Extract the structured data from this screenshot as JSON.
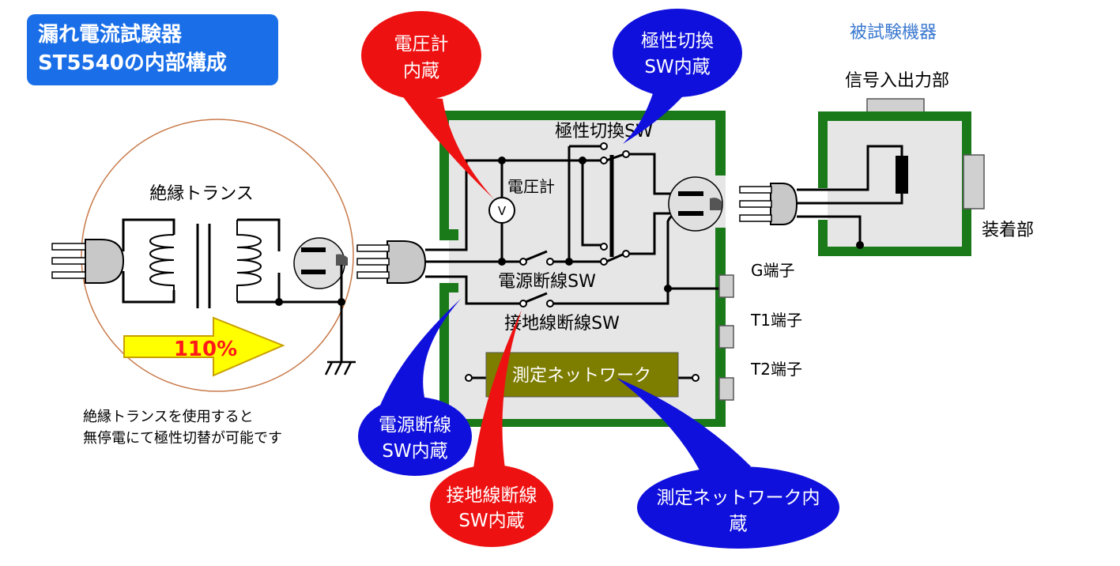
{
  "title": {
    "line1": "漏れ電流試験器",
    "line2": "ST5540の内部構成"
  },
  "labels": {
    "transformer": "絶縁トランス",
    "arrow_pct": "110%",
    "note_line1": "絶縁トランスを使用すると",
    "note_line2": "無停電にて極性切替が可能です",
    "voltmeter": "電圧計",
    "voltmeter_symbol": "V",
    "polarity_sw": "極性切換SW",
    "power_sw": "電源断線SW",
    "ground_sw": "接地線断線SW",
    "network": "測定ネットワーク",
    "g_terminal": "G端子",
    "t1_terminal": "T1端子",
    "t2_terminal": "T2端子",
    "dut": "被試験機器",
    "signal_io": "信号入出力部",
    "applied_part": "装着部"
  },
  "callouts": {
    "voltmeter_line1": "電圧計",
    "voltmeter_line2": "内蔵",
    "polarity_line1": "極性切換",
    "polarity_line2": "SW内蔵",
    "power_line1": "電源断線",
    "power_line2": "SW内蔵",
    "ground_line1": "接地線断線",
    "ground_line2": "SW内蔵",
    "network_line1": "測定ネットワーク内",
    "network_line2": "蔵"
  },
  "colors": {
    "title_bg": "#1a6fe8",
    "callout_red": "#ee1111",
    "callout_blue": "#1010dd",
    "housing_green": "#1a7a1a",
    "housing_fill": "#e6e6e6",
    "network_fill": "#7d7d00",
    "arrow_yellow": "#ffff00",
    "arrow_text": "#ff1a1a",
    "dut_title": "#3a78d0"
  }
}
